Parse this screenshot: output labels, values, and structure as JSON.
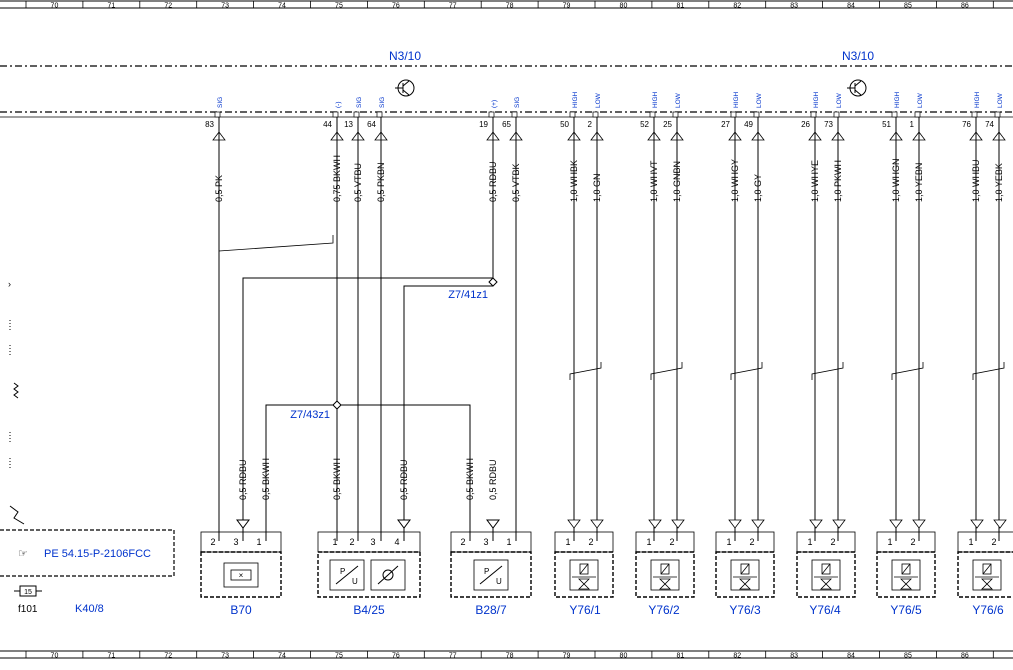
{
  "grid": {
    "columns": [
      "70",
      "71",
      "72",
      "73",
      "74",
      "75",
      "76",
      "77",
      "78",
      "79",
      "80",
      "81",
      "82",
      "83",
      "84",
      "85",
      "86"
    ]
  },
  "bus_label": "N3/10",
  "pins": [
    {
      "num": "83",
      "sig": "SIG",
      "wire": "0,5 PK"
    },
    {
      "num": "44",
      "sig": "(-)",
      "wire": "0,75 BKWH"
    },
    {
      "num": "13",
      "sig": "SIG",
      "wire": "0,5 VTBU"
    },
    {
      "num": "64",
      "sig": "SIG",
      "wire": "0,5 PKBN"
    },
    {
      "num": "19",
      "sig": "(+)",
      "wire": "0,5 RDBU"
    },
    {
      "num": "65",
      "sig": "SIG",
      "wire": "0,5 VTBK"
    },
    {
      "num": "50",
      "sig": "HIGH",
      "wire": "1,0 WHBK"
    },
    {
      "num": "2",
      "sig": "LOW",
      "wire": "1,0 GN"
    },
    {
      "num": "52",
      "sig": "HIGH",
      "wire": "1,0 WHVT"
    },
    {
      "num": "25",
      "sig": "LOW",
      "wire": "1,0 GNBN"
    },
    {
      "num": "27",
      "sig": "HIGH",
      "wire": "1,0 WHGY"
    },
    {
      "num": "49",
      "sig": "LOW",
      "wire": "1,0 GY"
    },
    {
      "num": "26",
      "sig": "HIGH",
      "wire": "1,0 WHYE"
    },
    {
      "num": "73",
      "sig": "LOW",
      "wire": "1,0 PKWH"
    },
    {
      "num": "51",
      "sig": "HIGH",
      "wire": "1,0 WHGN"
    },
    {
      "num": "1",
      "sig": "LOW",
      "wire": "1,0 YEBN"
    },
    {
      "num": "76",
      "sig": "HIGH",
      "wire": "1,0 WHBU"
    },
    {
      "num": "74",
      "sig": "LOW",
      "wire": "1,0 YEBK"
    }
  ],
  "splices": {
    "z1": "Z7/41z1",
    "z2": "Z7/43z1"
  },
  "lower_wires": {
    "w1": "0,5 RDBU",
    "w2": "0,5 BKWH",
    "w3": "0,5 BKWH",
    "w4": "0,5 RDBU",
    "w5": "0,5 BKWH",
    "w6": "0,5 RDBU"
  },
  "components": [
    "B70",
    "B4/25",
    "B28/7",
    "Y76/1",
    "Y76/2",
    "Y76/3",
    "Y76/4",
    "Y76/5",
    "Y76/6"
  ],
  "connector_pins": {
    "b70": [
      "2",
      "3",
      "1"
    ],
    "b425": [
      "1",
      "2",
      "3",
      "4"
    ],
    "b287": [
      "2",
      "3",
      "1"
    ],
    "y76": [
      "1",
      "2"
    ]
  },
  "reference": {
    "icon": "☞",
    "text": "PE 54.15-P-2106FCC"
  },
  "fuse": {
    "value": "15",
    "name": "f101",
    "module": "K40/8"
  },
  "colors": {
    "blue": "#0033cc",
    "line": "#000000"
  }
}
